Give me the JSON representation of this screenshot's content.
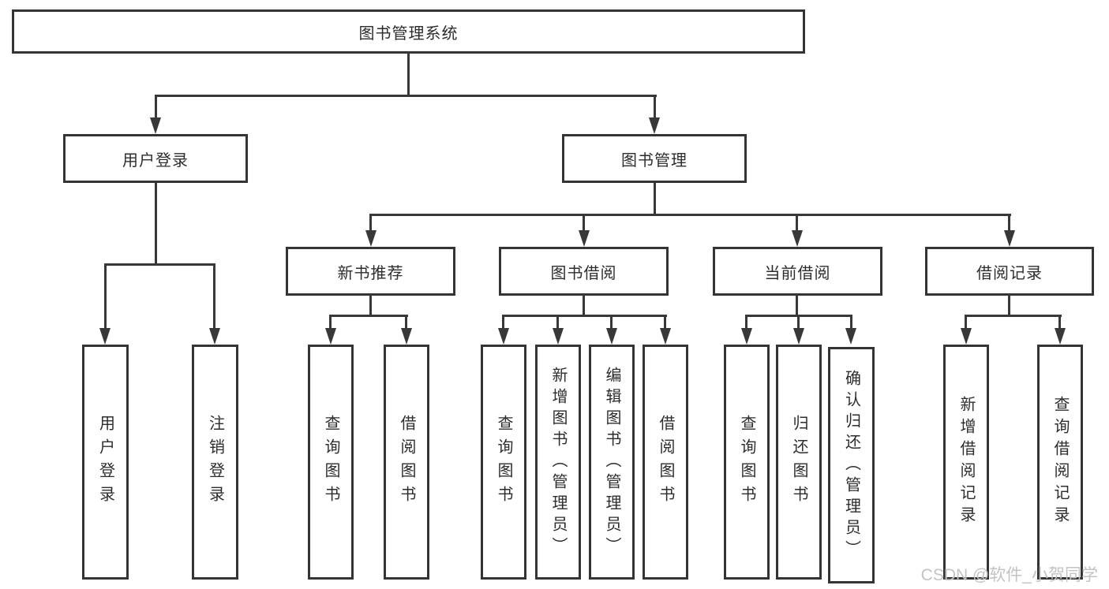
{
  "tree": {
    "root": "图书管理系统",
    "children": [
      {
        "label": "用户登录",
        "children": [
          "用户登录",
          "注销登录"
        ]
      },
      {
        "label": "图书管理",
        "children": [
          {
            "label": "新书推荐",
            "children": [
              "查询图书",
              "借阅图书"
            ]
          },
          {
            "label": "图书借阅",
            "children": [
              "查询图书",
              "新增图书（管理员）",
              "编辑图书（管理员）",
              "借阅图书"
            ]
          },
          {
            "label": "当前借阅",
            "children": [
              "查询图书",
              "归还图书",
              "确认归还（管理员）"
            ]
          },
          {
            "label": "借阅记录",
            "children": [
              "新增借阅记录",
              "查询借阅记录"
            ]
          }
        ]
      }
    ]
  },
  "watermark": {
    "text": "CSDN @软件_小贺同学"
  },
  "colors": {
    "line": "#383838",
    "box_border": "#343434",
    "text": "#2d2d2d",
    "watermark": "#c3c3c3",
    "background": "#ffffff"
  }
}
